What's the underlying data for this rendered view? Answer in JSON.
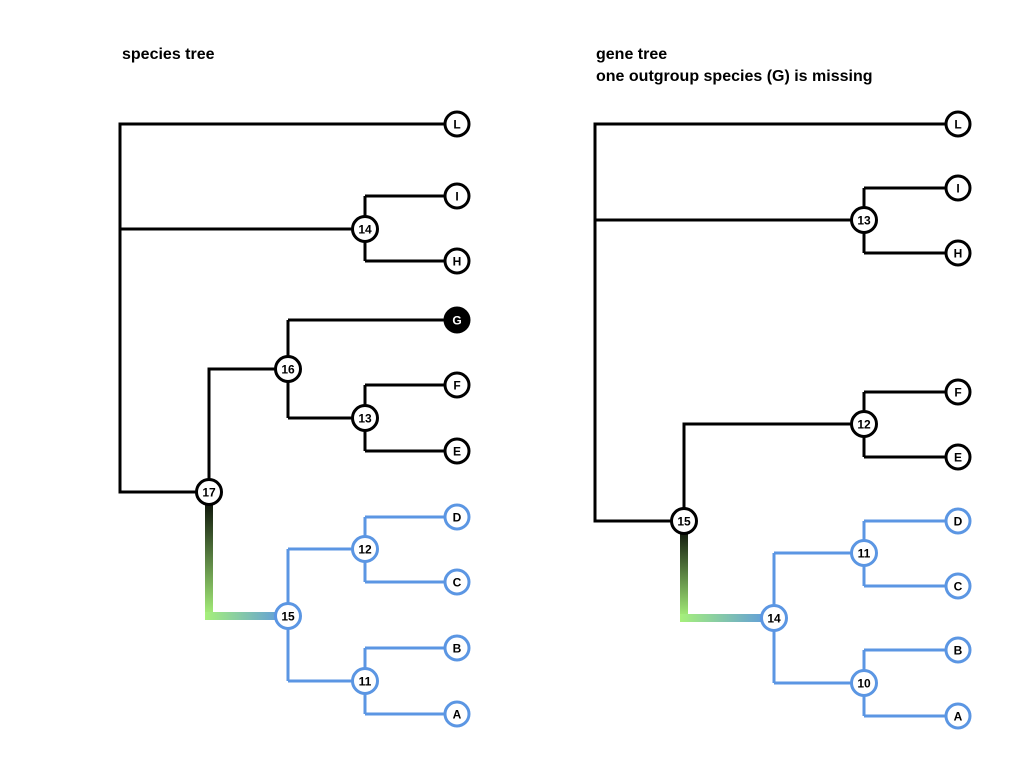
{
  "species_tree": {
    "title": "species tree",
    "leaves": [
      "L",
      "I",
      "H",
      "G",
      "F",
      "E",
      "D",
      "C",
      "B",
      "A"
    ],
    "internal_nodes": [
      "14",
      "16",
      "13",
      "17",
      "12",
      "15",
      "11"
    ],
    "highlighted_leaf": "G"
  },
  "gene_tree": {
    "title_line1": "gene tree",
    "title_line2": "one outgroup species (G) is missing",
    "leaves": [
      "L",
      "I",
      "H",
      "F",
      "E",
      "D",
      "C",
      "B",
      "A"
    ],
    "internal_nodes": [
      "13",
      "12",
      "15",
      "11",
      "14",
      "10"
    ]
  },
  "colors": {
    "black_branch": "#000000",
    "blue_branch": "#5b96e3",
    "gradient_top": "#000000",
    "gradient_green": "#a6f07a",
    "gradient_blue": "#5b96e3"
  }
}
